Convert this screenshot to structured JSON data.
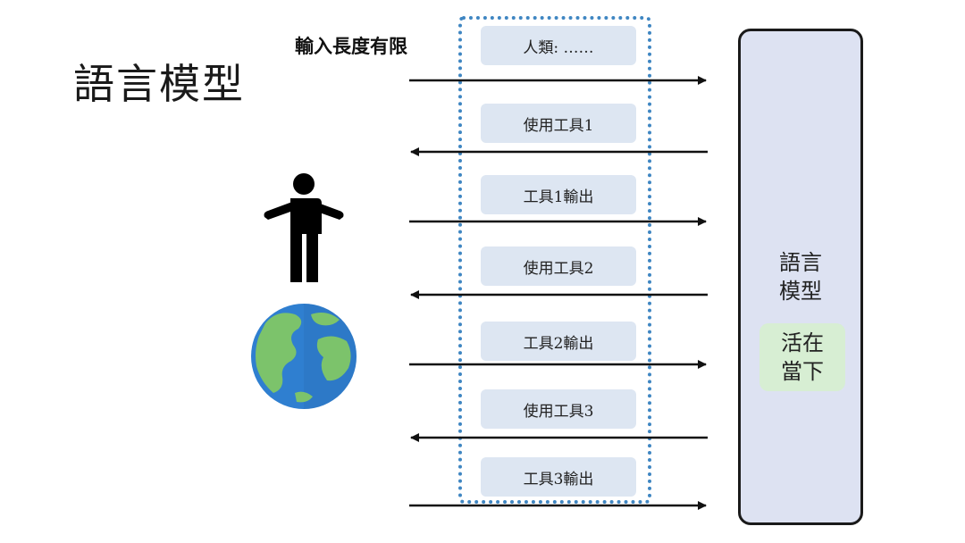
{
  "title": "語言模型",
  "context_limit_label": "輸入長度有限",
  "messages": [
    {
      "text": "人類: ……",
      "direction": "to-model"
    },
    {
      "text": "使用工具1",
      "direction": "to-world"
    },
    {
      "text": "工具1輸出",
      "direction": "to-model"
    },
    {
      "text": "使用工具2",
      "direction": "to-world"
    },
    {
      "text": "工具2輸出",
      "direction": "to-model"
    },
    {
      "text": "使用工具3",
      "direction": "to-world"
    },
    {
      "text": "工具3輸出",
      "direction": "to-model"
    }
  ],
  "model_box": {
    "label": "語言\n模型",
    "badge": "活在\n當下"
  },
  "icons": [
    "person-icon",
    "globe-icon"
  ],
  "colors": {
    "message_bg": "#dde6f2",
    "context_border": "#3f86c2",
    "model_bg": "#dde2f2",
    "badge_bg": "#d7eed3",
    "arrow": "#111111"
  }
}
